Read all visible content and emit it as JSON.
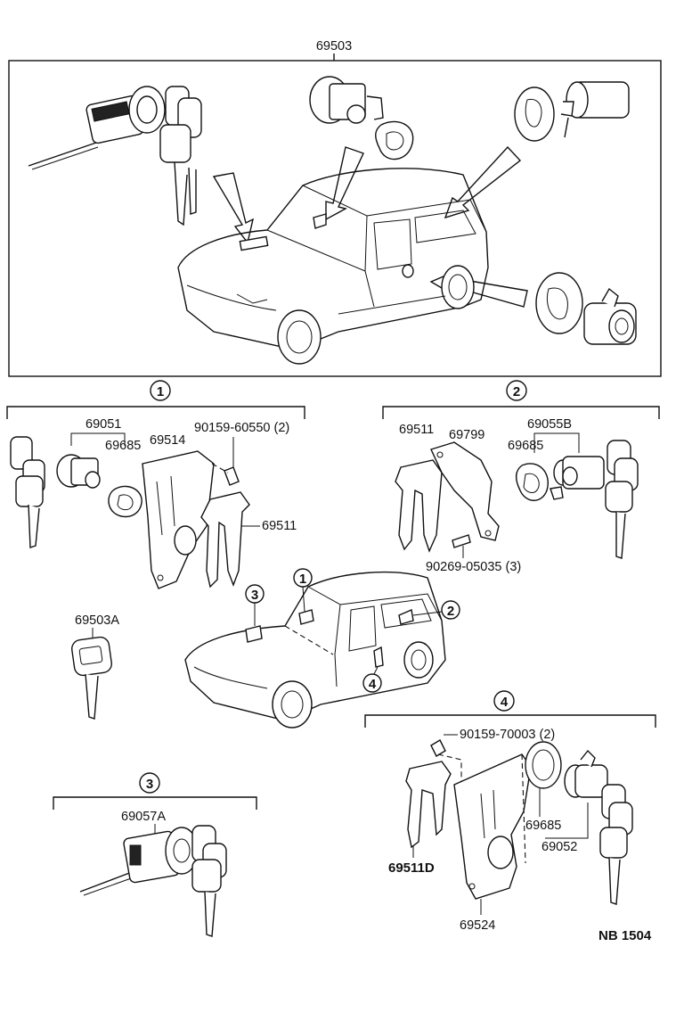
{
  "labels": {
    "top_assembly": "69503",
    "group1_cylinder": "69051",
    "group1_ring": "69685",
    "group1_plate": "69514",
    "group1_screw": "90159-60550 (2)",
    "group1_bracket": "69511",
    "group2_bracket": "69511",
    "group2_plate": "69799",
    "group2_cylinder": "69055B",
    "group2_ring": "69685",
    "group2_screw": "90269-05035 (3)",
    "key_blank": "69503A",
    "group3_cylinder": "69057A",
    "group4_screw": "90159-70003 (2)",
    "group4_bracket": "69511D",
    "group4_ring": "69685",
    "group4_cylinder": "69052",
    "group4_plate": "69524",
    "diagram_id": "NB 1504"
  },
  "callouts": {
    "one": "1",
    "two": "2",
    "three": "3",
    "four": "4"
  }
}
